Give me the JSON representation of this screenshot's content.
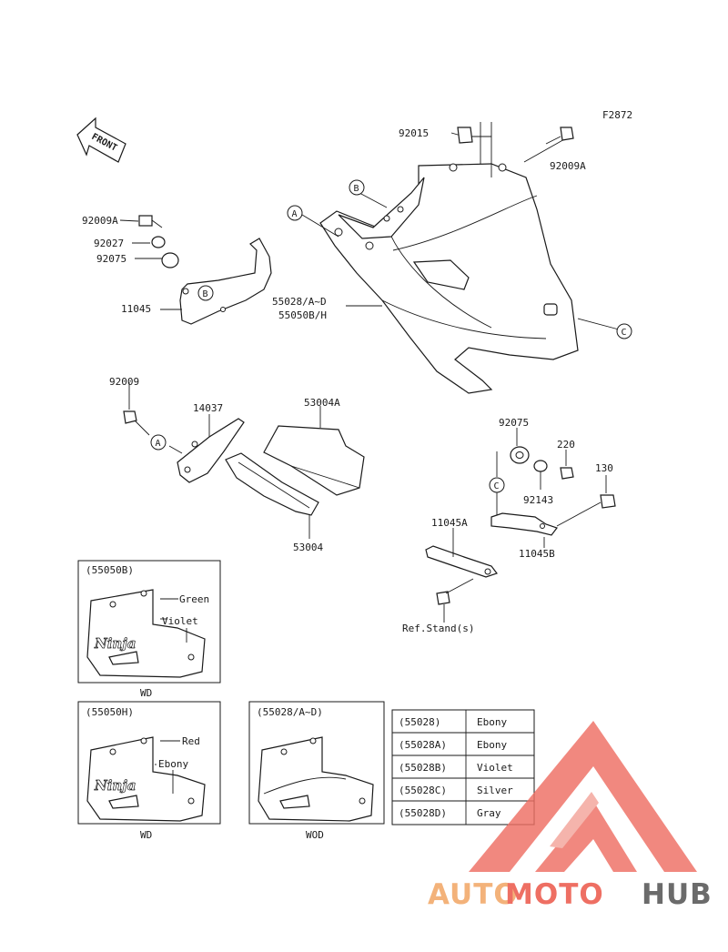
{
  "figure_code": "F2872",
  "front_arrow": "FRONT",
  "parts": {
    "p92015": "92015",
    "p92009A_top": "92009A",
    "p92009A_left": "92009A",
    "p92027": "92027",
    "p92075_left": "92075",
    "p11045": "11045",
    "p55028": "55028/A~D",
    "p55050": "55050B/H",
    "p92009": "92009",
    "p14037": "14037",
    "p53004A": "53004A",
    "p53004": "53004",
    "p92075_right": "92075",
    "p220": "220",
    "p130": "130",
    "p92143": "92143",
    "p11045A": "11045A",
    "p11045B": "11045B",
    "ref_stand": "Ref.Stand(s)"
  },
  "callouts": {
    "a": "A",
    "b": "B",
    "c": "C"
  },
  "variants": {
    "v55050B": {
      "title": "(55050B)",
      "color1": "Green",
      "color2": "Violet",
      "footer": "WD"
    },
    "v55050H": {
      "title": "(55050H)",
      "color1": "Red",
      "color2": "Ebony",
      "footer": "WD"
    },
    "v55028": {
      "title": "(55028/A~D)",
      "footer": "WOD"
    }
  },
  "badge_text": "Ninja",
  "color_table": [
    {
      "code": "(55028)",
      "color": "Ebony"
    },
    {
      "code": "(55028A)",
      "color": "Ebony"
    },
    {
      "code": "(55028B)",
      "color": "Violet"
    },
    {
      "code": "(55028C)",
      "color": "Silver"
    },
    {
      "code": "(55028D)",
      "color": "Gray"
    }
  ],
  "watermark": {
    "part1": "AUTO",
    "part2": "MOTO",
    "part3": "HUB",
    "color1": "#f3b27a",
    "color2": "#ee6f63",
    "color3": "#6b6b6b"
  }
}
